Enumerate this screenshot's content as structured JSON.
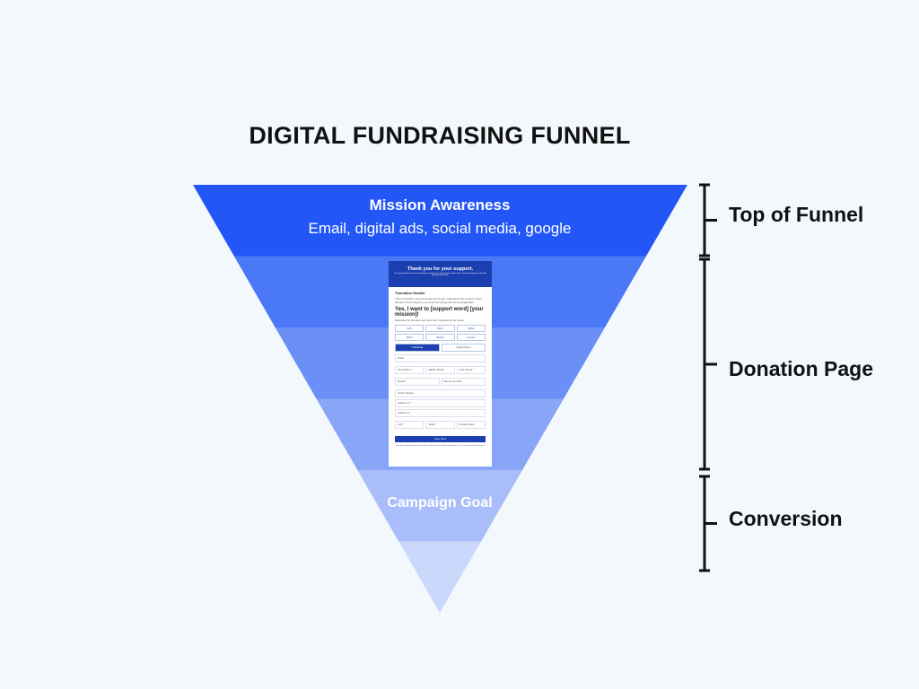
{
  "title": "DIGITAL FUNDRAISING FUNNEL",
  "funnel": {
    "colors": [
      "#2356f6",
      "#4b78f6",
      "#6a8ff7",
      "#88a5f8",
      "#a8bdfa",
      "#cad8fc"
    ],
    "stages": [
      {
        "title": "Mission Awareness",
        "subtitle": "Email, digital ads, social media, google"
      },
      {
        "title": "Campaign Goal"
      }
    ]
  },
  "brackets": [
    "Top of Funnel",
    "Donation Page",
    "Conversion"
  ],
  "donation_page": {
    "header": "Thank you for your support.",
    "header_sub": "The copy should focus on the immediate next steps you should expect and/or take to claim and experience the offer that your opted in for.",
    "transition_header": "Transition Header",
    "transition_text": "This is transition copy that helps the donor understand the impact of their donation. Don't forget to use bold formatting and short paragraphs.",
    "ask_heading": "Yes, I want to [support word] [your mission]!",
    "ask_sub": "Reiterate the donation ask and how it advances the cause",
    "amounts": [
      "$25",
      "$100",
      "$250",
      "$500",
      "$1000",
      "Custom"
    ],
    "toggle": [
      "Individual",
      "Organization"
    ],
    "fields": [
      "Prefix",
      "First Name *",
      "Middle Name",
      "Last Name *",
      "Email *",
      "Phone Number",
      "United States",
      "Address 1 *",
      "Address 2",
      "City *",
      "State *",
      "Postal Code *"
    ],
    "submit": "Give Now",
    "footer": "Your gift is going to impact this specific change/s that we already talked about. This is your overall reinforcement."
  }
}
